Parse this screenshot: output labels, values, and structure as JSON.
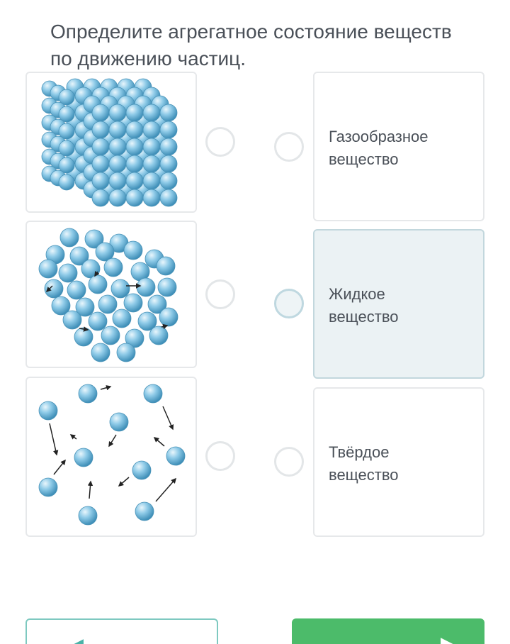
{
  "question": {
    "text": "Определите агрегатное состояние веществ по движению частиц."
  },
  "answers": [
    {
      "label": "Газообразное\nвещество",
      "selected": false
    },
    {
      "label": "Жидкое\nвещество",
      "selected": true
    },
    {
      "label": "Твёрдое\nвещество",
      "selected": false
    }
  ],
  "images": [
    {
      "icon": "solid-particles-image"
    },
    {
      "icon": "liquid-particles-image"
    },
    {
      "icon": "gas-particles-image"
    }
  ],
  "colors": {
    "accent_green": "#4cbb6a",
    "accent_teal": "#7ec9c0",
    "particle_blue": "#7ec3e2",
    "selected_bg": "#ebf2f4"
  }
}
